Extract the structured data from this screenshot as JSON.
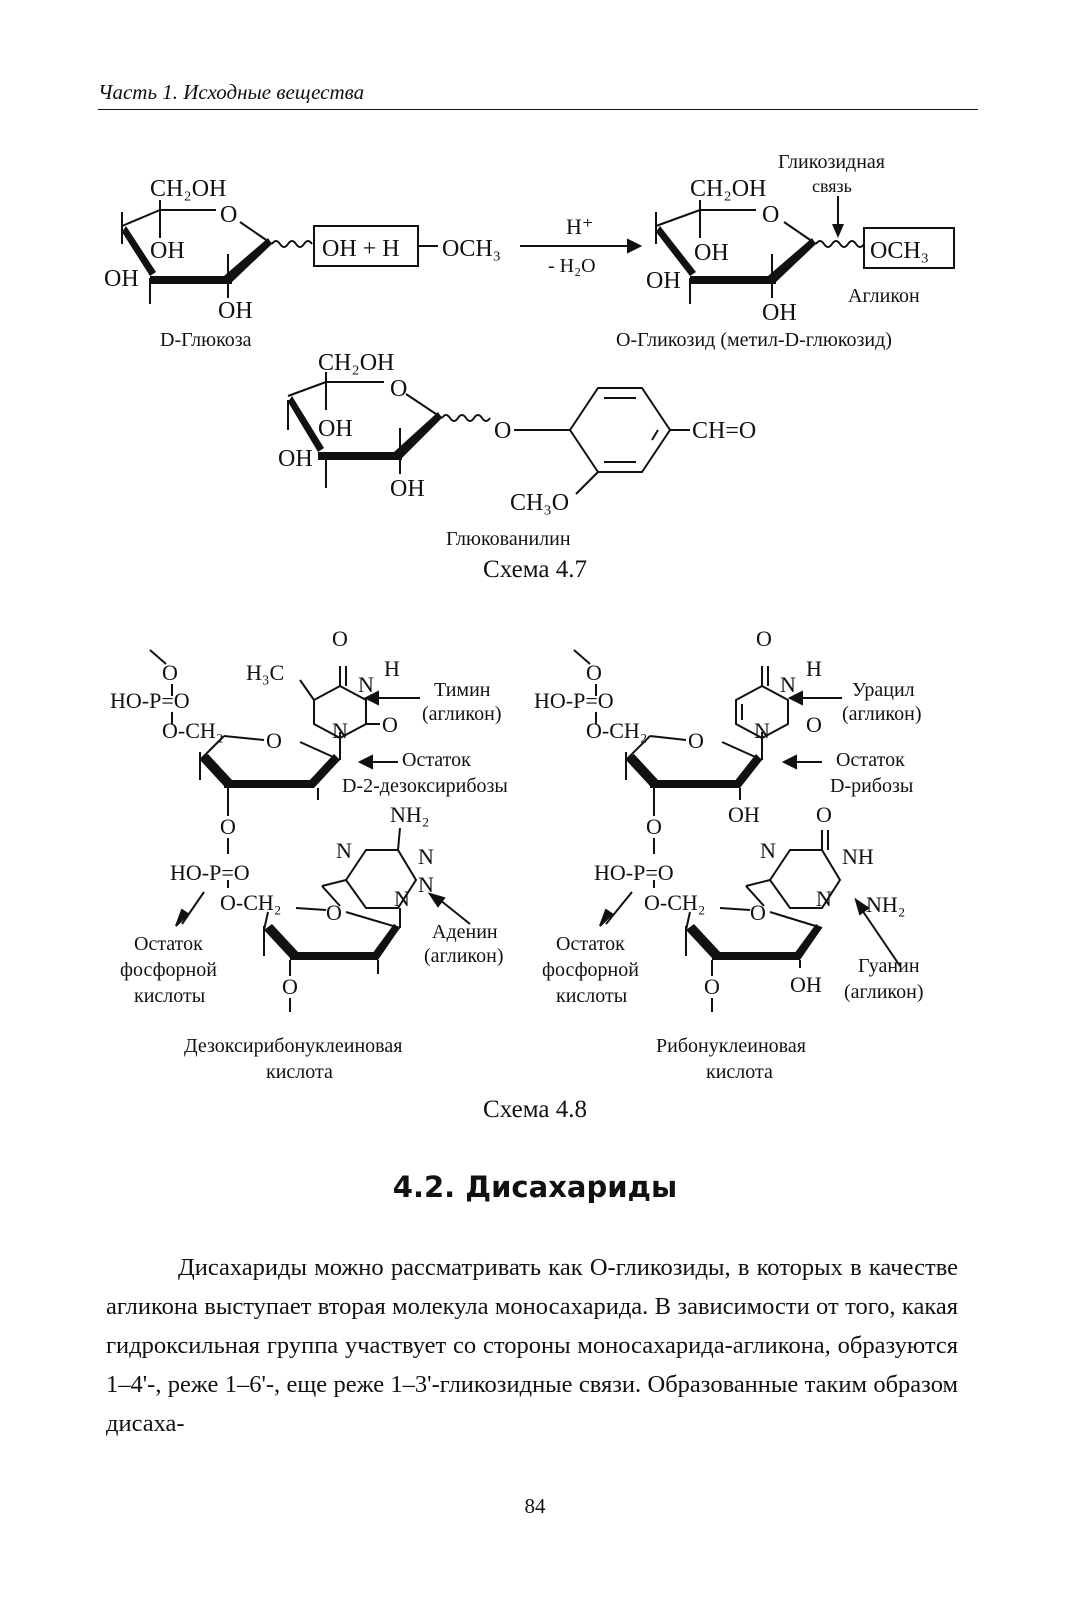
{
  "header": "Часть 1. Исходные вещества",
  "scheme47": {
    "glucose": {
      "ch2oh": "CH₂OH",
      "ring_o": "O",
      "oh": "OH",
      "name": "D-Глюкоза"
    },
    "reagent": "OH + H",
    "och3": "OCH₃",
    "catalyst": "H⁺",
    "water": "- H₂O",
    "bond_label_1": "Гликозидная",
    "bond_label_2": "связь",
    "aglycone": "Агликон",
    "glycoside_name": "O-Гликозид (метил-D-глюкозид)",
    "glucovanillin": {
      "o_link": "O",
      "cho": "CH=O",
      "och3": "CH₃O",
      "name": "Глюкованилин"
    },
    "caption": "Схема 4.7"
  },
  "scheme48": {
    "dna": {
      "methoxy_o": "O",
      "ho_p_o": "HO-P=O",
      "o_ch2": "O-CH₂",
      "ring_o": "O",
      "h3c": "H₃C",
      "carbonyl_o": "O",
      "n": "N",
      "h": "H",
      "thymine_1": "Тимин",
      "thymine_2": "(агликон)",
      "sugar_1": "Остаток",
      "sugar_2": "D-2-дезоксирибозы",
      "link_o": "O",
      "nh2": "NH₂",
      "adenine_1": "Аденин",
      "adenine_2": "(агликон)",
      "phosphate_1": "Остаток",
      "phosphate_2": "фосфорной",
      "phosphate_3": "кислоты",
      "name_1": "Дезоксирибонуклеиновая",
      "name_2": "кислота"
    },
    "rna": {
      "methoxy_o": "O",
      "ho_p_o": "HO-P=O",
      "o_ch2": "O-CH₂",
      "ring_o": "O",
      "carbonyl_o": "O",
      "n": "N",
      "h": "H",
      "oh": "OH",
      "nh": "NH",
      "nh2": "NH₂",
      "uracil_1": "Урацил",
      "uracil_2": "(агликон)",
      "sugar_1": "Остаток",
      "sugar_2": "D-рибозы",
      "guanine_1": "Гуанин",
      "guanine_2": "(агликон)",
      "phosphate_1": "Остаток",
      "phosphate_2": "фосфорной",
      "phosphate_3": "кислоты",
      "name_1": "Рибонуклеиновая",
      "name_2": "кислота"
    },
    "caption": "Схема 4.8"
  },
  "section_title": "4.2. Дисахариды",
  "paragraph": "Дисахариды можно рассматривать как O-гликозиды, в которых в качестве агликона выступает вторая молекула моносахарида. В зависимости от того, какая гидроксильная группа участвует со стороны моносахарида-агликона, образуются 1–4'-, реже 1–6'-, еще реже 1–3'-гликозидные связи. Образованные таким образом дисаха-",
  "page_number": "84"
}
